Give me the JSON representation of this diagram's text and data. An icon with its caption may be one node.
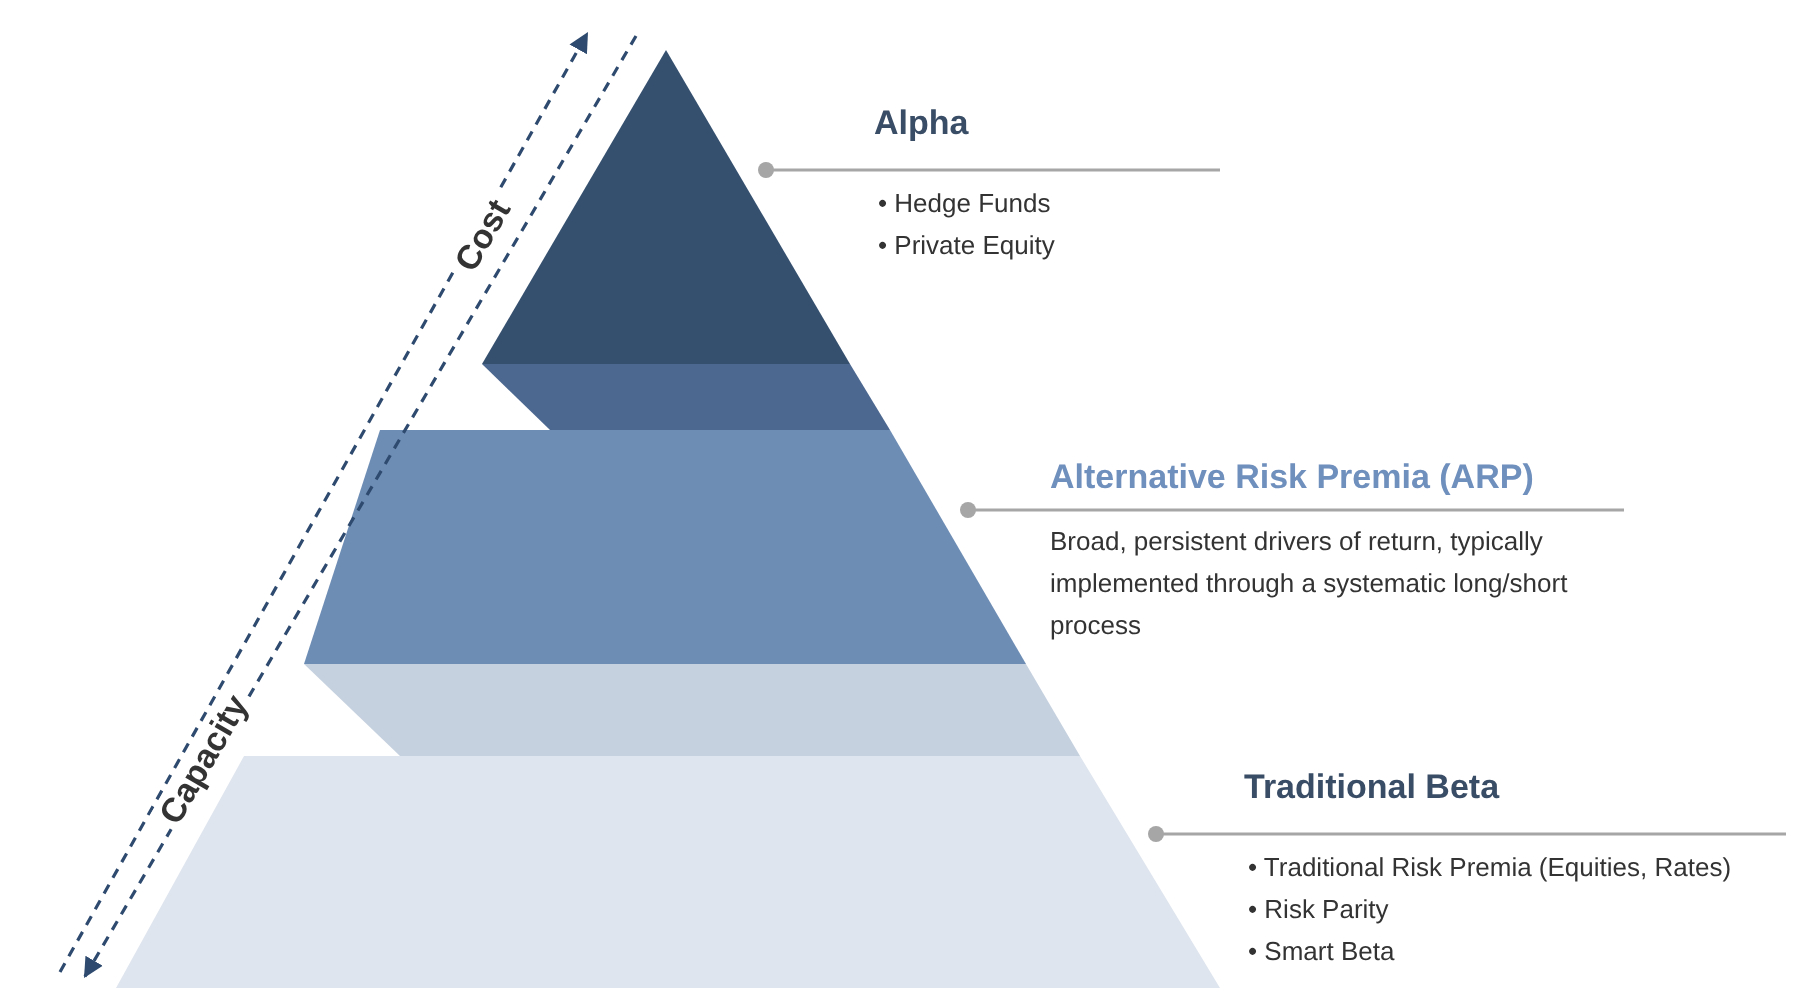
{
  "diagram": {
    "nodes": [
      {
        "text": [],
        "shape": "triangle"
      },
      {
        "text": [
          "Alpha",
          "• Hedge Funds",
          "• Private Equity"
        ]
      },
      {
        "text": [],
        "shape": "trapezoid"
      },
      {
        "text": [
          "Alternative Risk Premia (ARP)",
          "Broad, persistent drivers of return, typically implemented through a systematic long/short process"
        ]
      },
      {
        "text": [],
        "shape": "trapezoid"
      },
      {
        "text": [
          "Traditional Beta",
          "• Traditional Risk Premia (Equities, Rates)",
          "• Risk Parity",
          "• Smart Beta"
        ]
      }
    ],
    "edges": [
      {
        "from": 1,
        "to": 0,
        "arrow": "other"
      },
      {
        "from": 3,
        "to": 2,
        "arrow": "other"
      },
      {
        "from": 5,
        "to": 4,
        "arrow": "other"
      }
    ],
    "labels": [
      "Cost",
      "Capacity"
    ]
  }
}
